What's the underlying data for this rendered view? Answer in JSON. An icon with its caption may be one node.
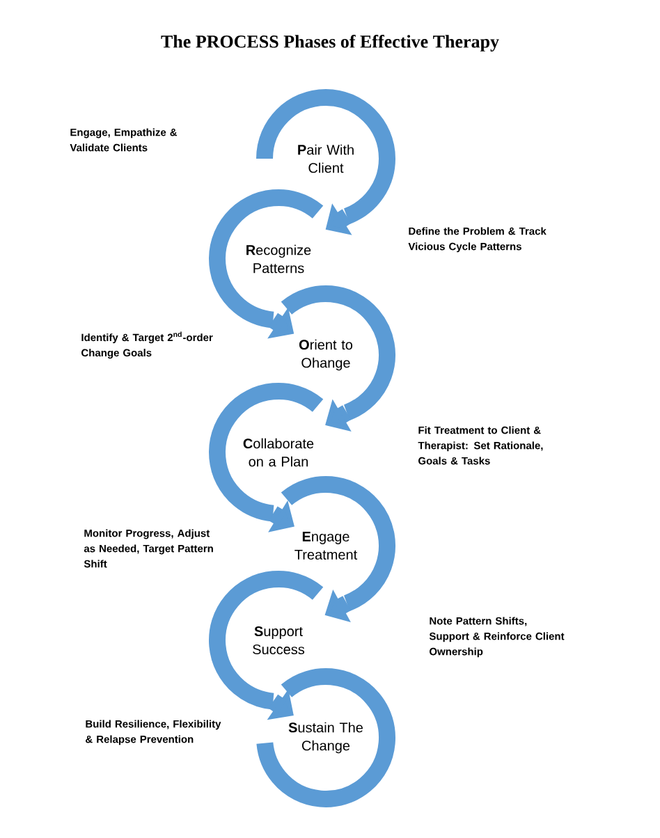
{
  "diagram": {
    "title": "The PROCESS Phases of Effective Therapy",
    "nodes": [
      {
        "text": [
          "**P**air With Client"
        ]
      },
      {
        "text": [
          "**R**ecognize Patterns"
        ]
      },
      {
        "text": [
          "**O**rient to Ohange"
        ]
      },
      {
        "text": [
          "**C**ollaborate on a Plan"
        ]
      },
      {
        "text": [
          "**E**ngage Treatment"
        ]
      },
      {
        "text": [
          "**S**upport Success"
        ]
      },
      {
        "text": [
          "**S**ustain The Change"
        ]
      }
    ],
    "edges": [
      {
        "from": 0,
        "to": 1,
        "arrow": "to"
      },
      {
        "from": 1,
        "to": 2,
        "arrow": "to"
      },
      {
        "from": 2,
        "to": 3,
        "arrow": "to"
      },
      {
        "from": 3,
        "to": 4,
        "arrow": "to"
      },
      {
        "from": 4,
        "to": 5,
        "arrow": "to"
      },
      {
        "from": 5,
        "to": 6,
        "arrow": "to"
      }
    ],
    "labels": [
      "Engage, Empathize & Validate Clients",
      "Define the Problem & Track Vicious Cycle Patterns",
      "Identify & Target 2$^{nd}$-order Change Goals",
      "Fit Treatment to Client & Therapist: Set Rationale, Goals & Tasks",
      "Monitor Progress, Adjust as Needed, Target Pattern Shift",
      "Note Pattern Shifts, Support & Reinforce Client Ownership",
      "Build Resilience, Flexibility & Relapse Prevention"
    ]
  }
}
